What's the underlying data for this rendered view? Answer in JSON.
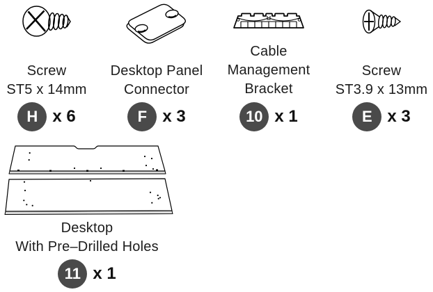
{
  "parts": [
    {
      "icon": "pan-head-screw-icon",
      "name_lines": [
        "Screw",
        "ST5 x 14mm"
      ],
      "badge": "H",
      "qty": "x 6"
    },
    {
      "icon": "panel-connector-icon",
      "name_lines": [
        "Desktop Panel",
        "Connector"
      ],
      "badge": "F",
      "qty": "x 3"
    },
    {
      "icon": "cable-bracket-icon",
      "name_lines": [
        "Cable",
        "Management",
        "Bracket"
      ],
      "badge": "10",
      "qty": "x 1"
    },
    {
      "icon": "flat-head-screw-icon",
      "name_lines": [
        "Screw",
        "ST3.9 x 13mm"
      ],
      "badge": "E",
      "qty": "x 3"
    }
  ],
  "desktop": {
    "icon": "desktop-panels-icon",
    "name_lines": [
      "Desktop",
      "With Pre–Drilled Holes"
    ],
    "badge": "11",
    "qty": "x 1"
  },
  "colors": {
    "badge_bg": "#4a4a4a",
    "badge_text": "#ffffff",
    "line": "#000000"
  }
}
